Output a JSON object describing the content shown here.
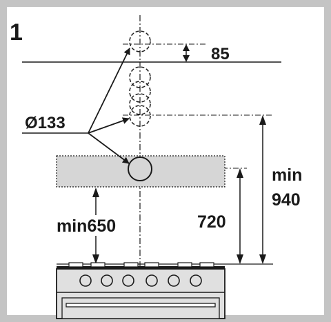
{
  "figure": {
    "number": "1"
  },
  "labels": {
    "vent_height": "85",
    "duct_diameter": "Ø133",
    "min_total_prefix": "min",
    "min_total_value": "940",
    "hood_height": "720",
    "min_clearance": "min650"
  },
  "colors": {
    "frame": "#c4c4c4",
    "hood_fill": "#d6d6d6",
    "cooker_fill": "#e0e0e0",
    "line": "#1a1a1a"
  }
}
